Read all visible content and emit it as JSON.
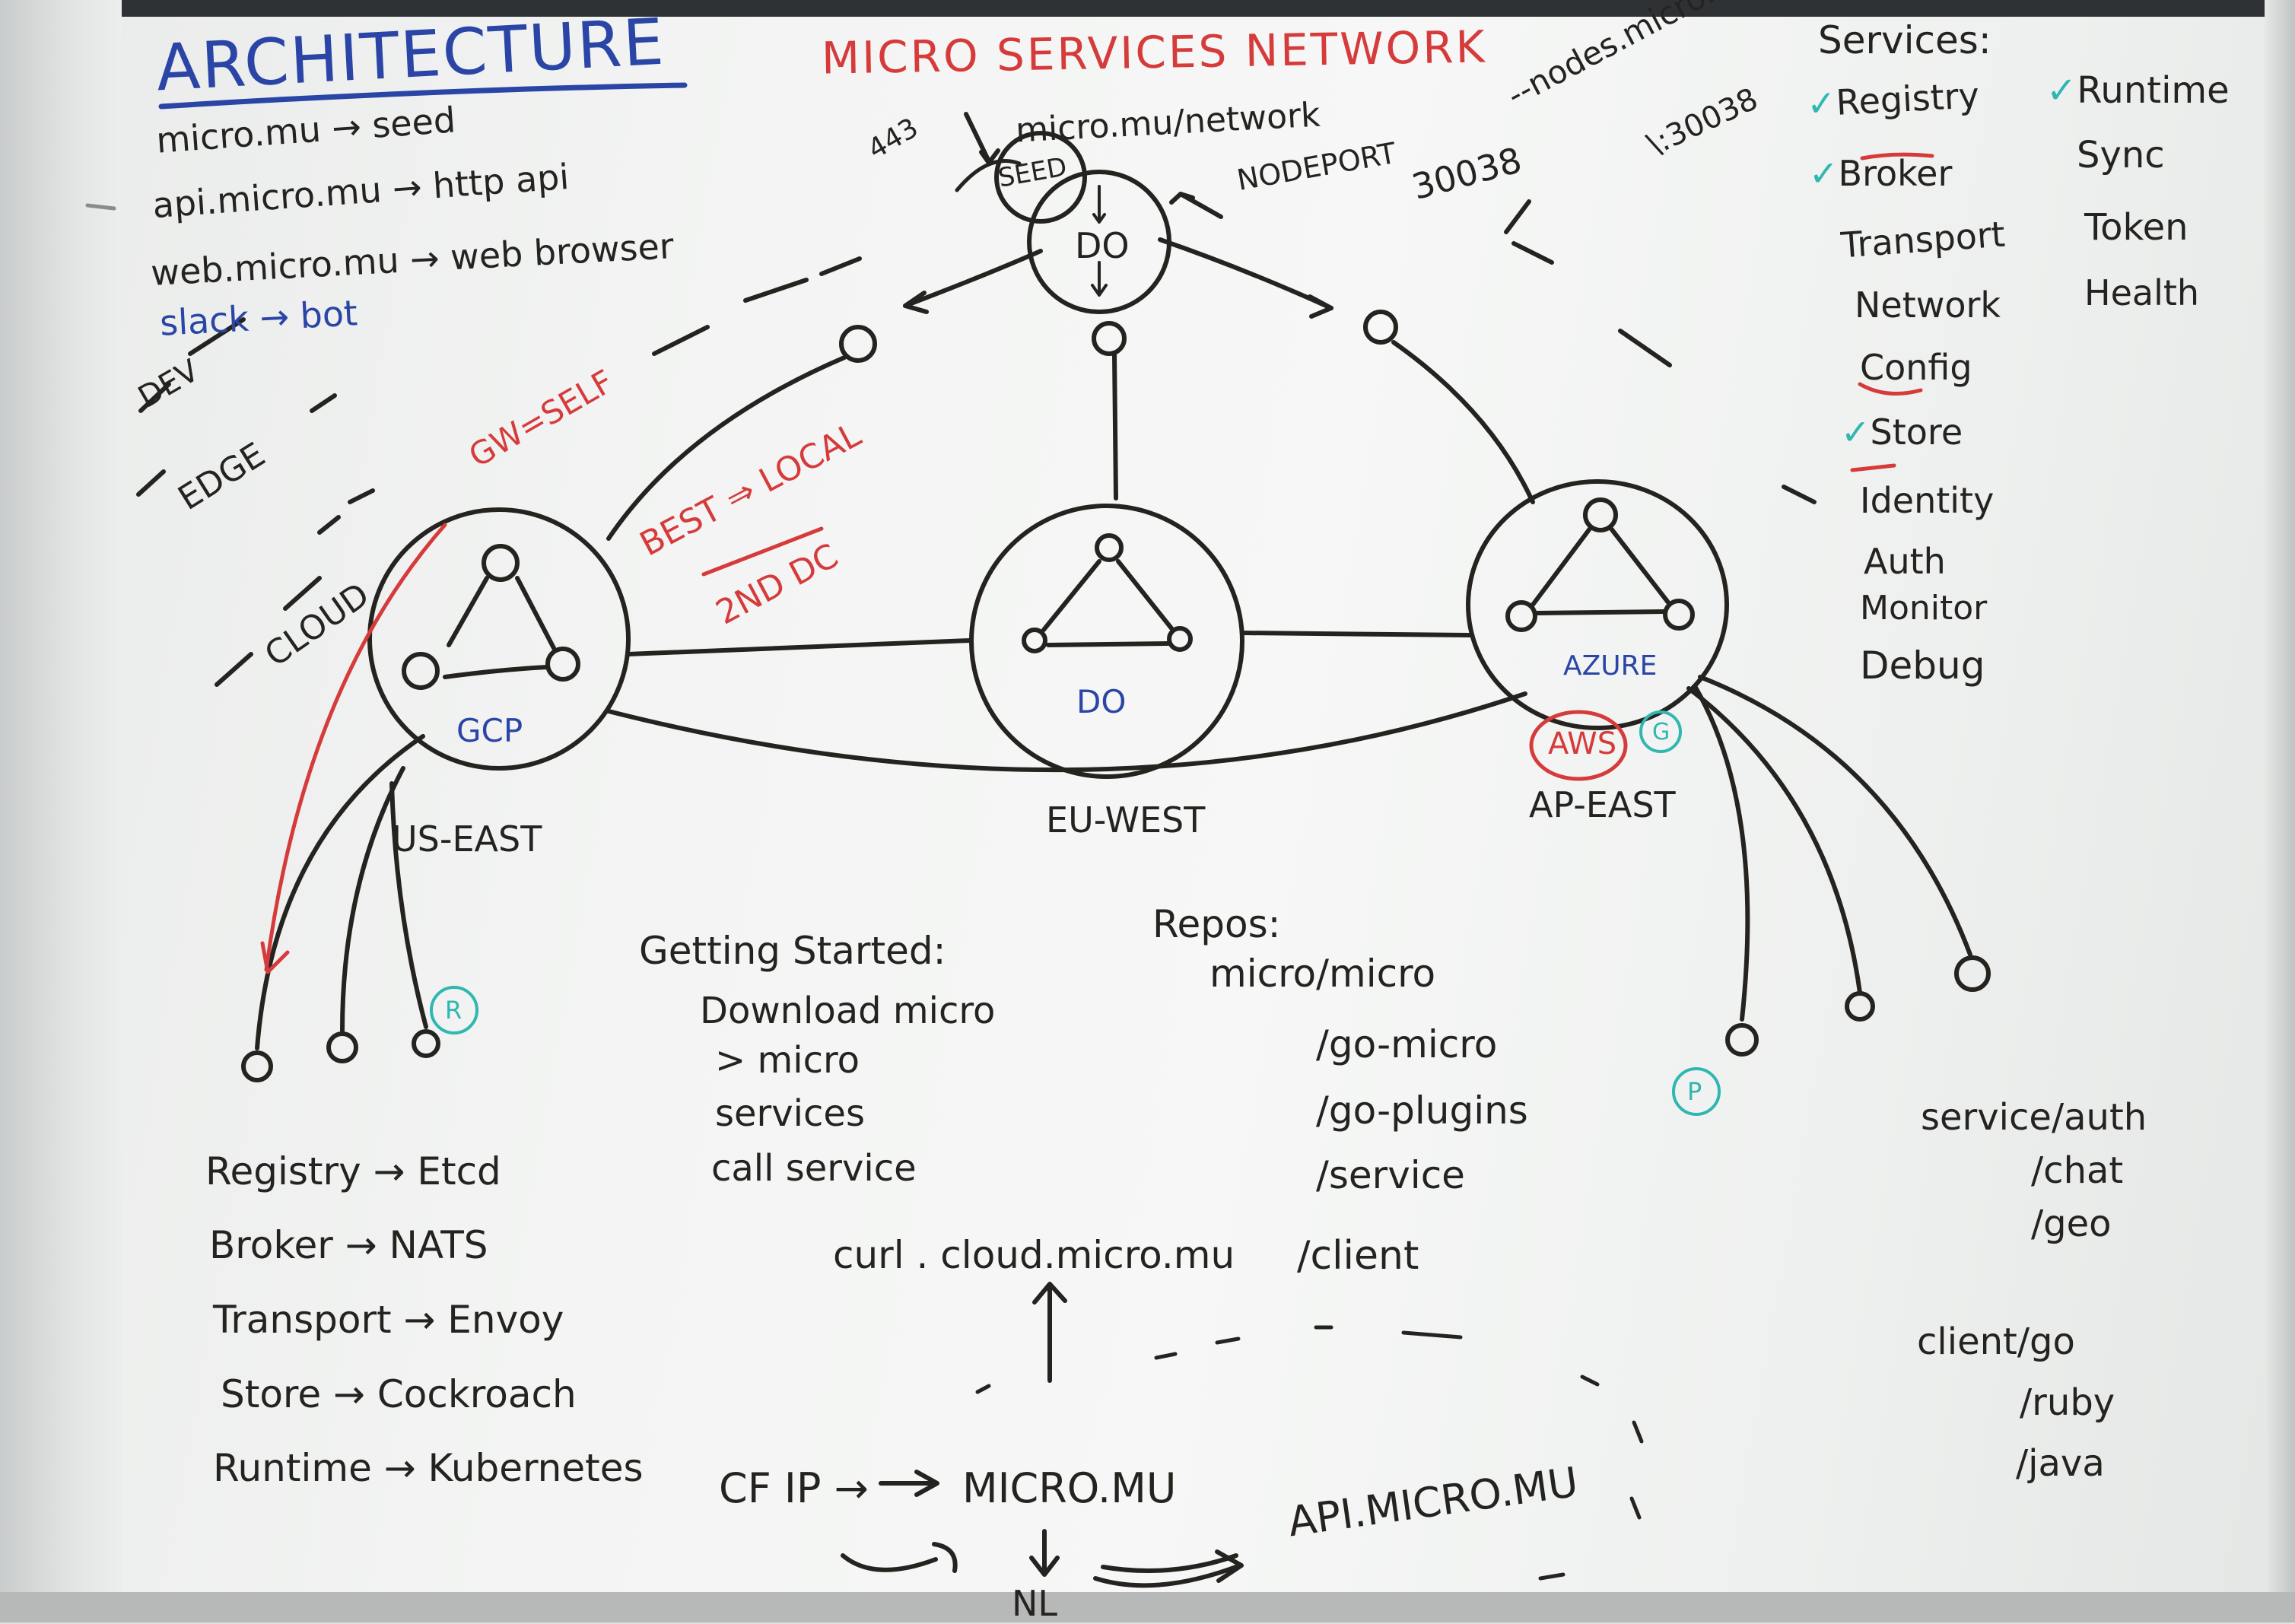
{
  "title": "ARCHITECTURE",
  "header": "MICRO SERVICES NETWORK",
  "domains": [
    "micro.mu → seed",
    "api.micro.mu → http api",
    "web.micro.mu → web browser",
    "slack → bot"
  ],
  "tiers": [
    "DEV",
    "EDGE",
    "CLOUD"
  ],
  "network": {
    "url": "micro.mu/network",
    "label_443": "443",
    "seed": "SEED",
    "seed_provider": "DO",
    "nodeport": "NODEPORT",
    "port": "30038",
    "nodes_host": "--nodes.micro.mu",
    "nodes_port": "\\:30038"
  },
  "clusters": [
    {
      "provider": "GCP",
      "region": "US-EAST"
    },
    {
      "provider": "DO",
      "region": "EU-WEST"
    },
    {
      "provider": "AZURE",
      "region": "AP-EAST"
    }
  ],
  "annotations": {
    "gw_self": "GW=SELF",
    "best_local": "BEST ⇒ LOCAL",
    "second_dc": "2ND DC",
    "aws": "AWS",
    "g_badge": "G",
    "r_badge": "R",
    "p_badge": "P"
  },
  "services": {
    "heading": "Services:",
    "col1": [
      {
        "name": "Registry",
        "checked": true
      },
      {
        "name": "Broker",
        "checked": true
      },
      {
        "name": "Transport",
        "checked": false
      },
      {
        "name": "Network",
        "checked": false
      },
      {
        "name": "Config",
        "checked": false
      },
      {
        "name": "Store",
        "checked": true
      },
      {
        "name": "Identity",
        "checked": false
      },
      {
        "name": "Auth",
        "checked": false
      },
      {
        "name": "Monitor",
        "checked": false
      },
      {
        "name": "Debug",
        "checked": false
      }
    ],
    "col2": [
      {
        "name": "Runtime",
        "checked": true
      },
      {
        "name": "Sync",
        "checked": false
      },
      {
        "name": "Token",
        "checked": false
      },
      {
        "name": "Health",
        "checked": false
      }
    ]
  },
  "getting_started": {
    "heading": "Getting Started:",
    "steps": [
      "Download micro",
      "> micro",
      "services",
      "call service"
    ]
  },
  "repos": {
    "heading": "Repos:",
    "items": [
      "micro/micro",
      "/go-micro",
      "/go-plugins",
      "/service",
      "/client"
    ],
    "curl": "curl . cloud.micro.mu"
  },
  "mappings": [
    "Registry → Etcd",
    "Broker → NATS",
    "Transport → Envoy",
    "Store → Cockroach",
    "Runtime → Kubernetes"
  ],
  "cf_flow": {
    "ip": "CF IP →",
    "domain": "MICRO.MU",
    "api": "API.MICRO.MU",
    "nl": "NL"
  },
  "service_paths": [
    "service/auth",
    "/chat",
    "/geo"
  ],
  "client_paths": [
    "client/go",
    "/ruby",
    "/java"
  ],
  "colors": {
    "ink_black": "#25231f",
    "ink_blue": "#2a45a6",
    "ink_red": "#d63b3b",
    "ink_teal": "#2fb7b0"
  }
}
